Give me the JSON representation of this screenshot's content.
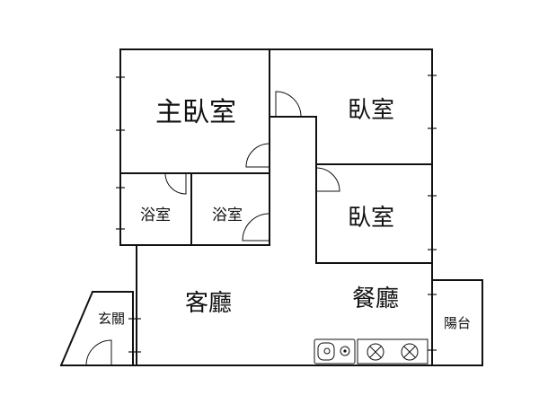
{
  "rooms": {
    "master_bedroom": "主臥室",
    "bedroom_1": "臥室",
    "bedroom_2": "臥室",
    "bathroom_1": "浴室",
    "bathroom_2": "浴室",
    "living_room": "客廳",
    "dining_room": "餐廳",
    "entrance": "玄關",
    "balcony": "陽台"
  },
  "fixtures": [
    "sink-icon",
    "stove-burner-icon",
    "stove-burner-icon"
  ]
}
